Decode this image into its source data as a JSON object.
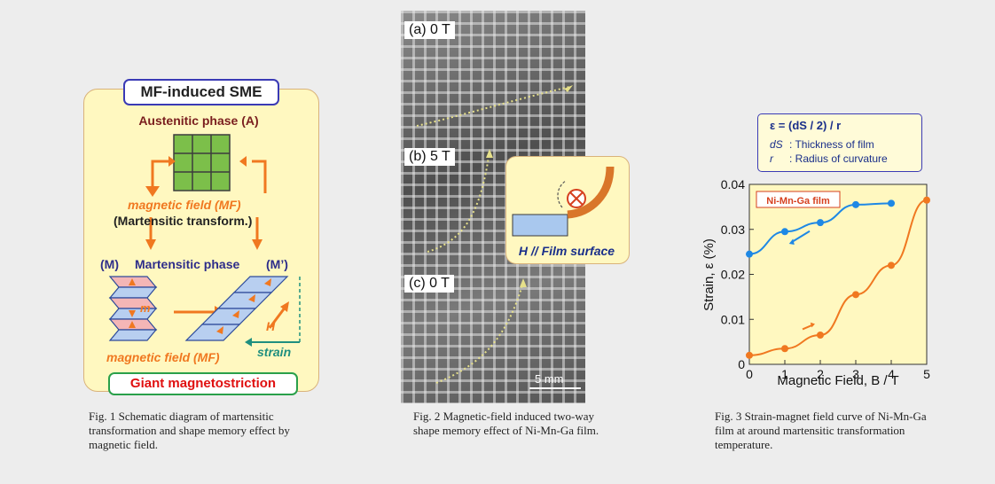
{
  "fig1": {
    "top_label": "MF-induced SME",
    "austenitic": "Austenitic phase  (A)",
    "mf_label": "magnetic field (MF)",
    "transform_label": "(Martensitic transform.)",
    "m_label": "(M)",
    "martensitic": "Martensitic phase",
    "m_prime_label": "(M’)",
    "m_arrow_label": "m",
    "h_label": "H",
    "mf_label2": "magnetic field (MF)",
    "strain_label": "strain",
    "bottom_label": "Giant magnetostriction"
  },
  "fig2": {
    "label_a": "(a) 0 T",
    "label_b": "(b) 5 T",
    "label_c": "(c) 0 T",
    "inset_caption": "H // Film surface",
    "scale": "5 mm"
  },
  "fig3": {
    "formula": "ε = (dS / 2) / r",
    "ds_sym": "dS",
    "ds_desc": ":  Thickness of film",
    "r_sym": "r",
    "r_desc": ":  Radius of curvature",
    "legend": "Ni-Mn-Ga film"
  },
  "captions": {
    "fig1": "Fig. 1 Schematic diagram of martensitic transformation and shape memory effect by magnetic field.",
    "fig2": "Fig. 2 Magnetic-field induced two-way shape memory effect of Ni-Mn-Ga film.",
    "fig3": "Fig. 3 Strain-magnet field curve of Ni-Mn-Ga film at around martensitic transformation temperature."
  },
  "colors": {
    "increasing": "#f07820",
    "decreasing": "#1e88e5",
    "accent": "#d6401f"
  },
  "chart_data": {
    "type": "scatter",
    "xlabel": "Magnetic Field, B / T",
    "ylabel": "Strain, ε (%)",
    "xlim": [
      0,
      5
    ],
    "ylim": [
      0,
      0.04
    ],
    "xticks": [
      "0",
      "1",
      "2",
      "3",
      "4",
      "5"
    ],
    "yticks": [
      "0",
      "0.01",
      "0.02",
      "0.03",
      "0.04"
    ],
    "grid": false,
    "series": [
      {
        "name": "",
        "direction": "increasing",
        "color": "#f07820",
        "x": [
          0,
          1,
          2,
          3,
          4,
          5
        ],
        "y": [
          0.002,
          0.0035,
          0.0065,
          0.0155,
          0.022,
          0.0365
        ]
      },
      {
        "name": "",
        "direction": "decreasing",
        "color": "#1e88e5",
        "x": [
          0,
          1,
          2,
          3,
          4
        ],
        "y": [
          0.0245,
          0.0295,
          0.0315,
          0.0355,
          0.0358
        ]
      }
    ]
  }
}
